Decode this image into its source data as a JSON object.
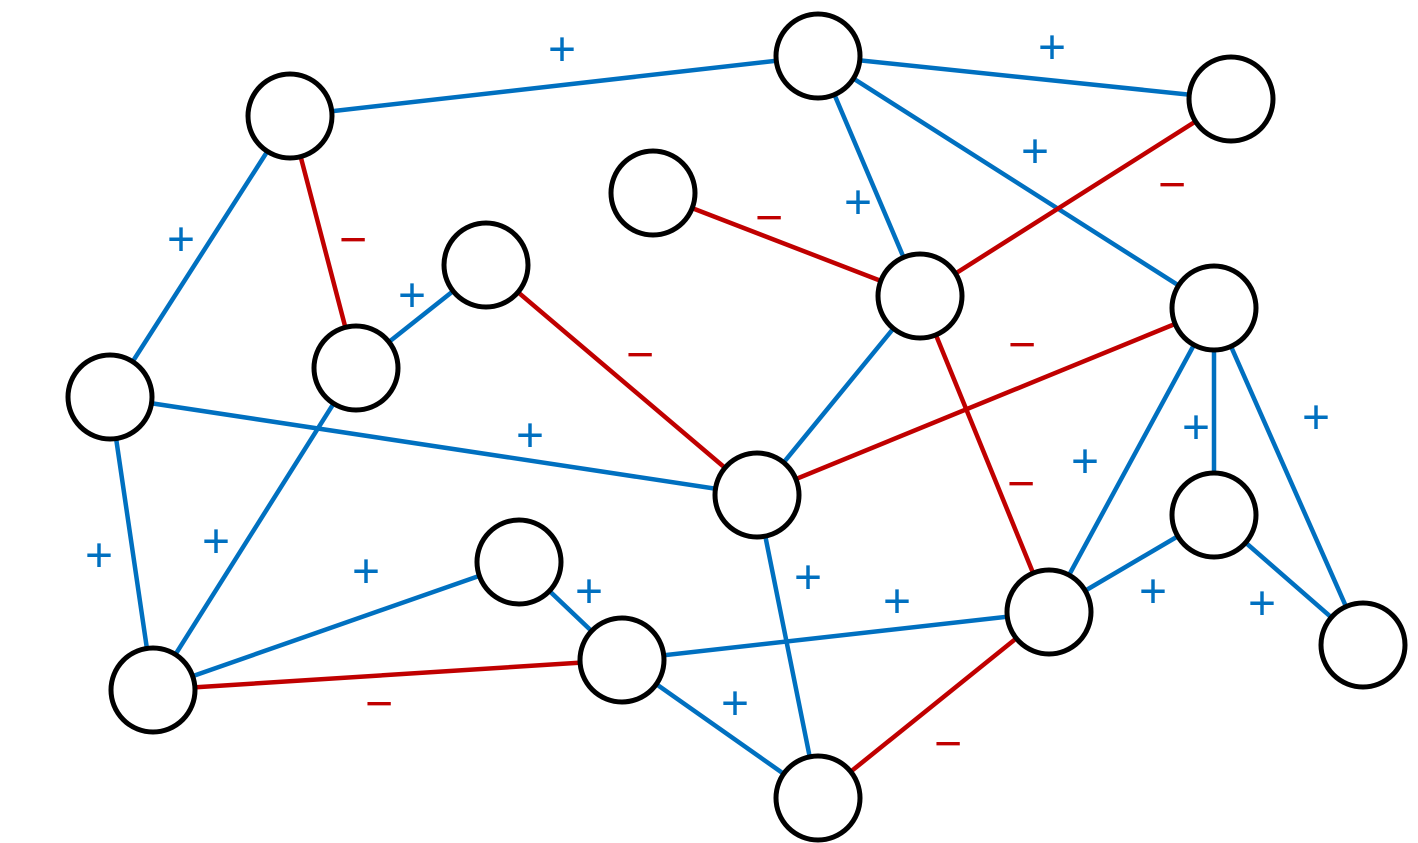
{
  "colors": {
    "positive": "#0070C0",
    "negative": "#C00000",
    "node_stroke": "#000000",
    "node_fill": "#FFFFFF"
  },
  "signs": {
    "positive": "+",
    "negative": "−"
  },
  "nodes": [
    {
      "id": "n1"
    },
    {
      "id": "n2"
    },
    {
      "id": "n3"
    },
    {
      "id": "n4"
    },
    {
      "id": "n5"
    },
    {
      "id": "n6"
    },
    {
      "id": "n7"
    },
    {
      "id": "n8"
    },
    {
      "id": "n9"
    },
    {
      "id": "n10"
    },
    {
      "id": "n11"
    },
    {
      "id": "n12"
    },
    {
      "id": "n13"
    },
    {
      "id": "n14"
    },
    {
      "id": "n15"
    },
    {
      "id": "n16"
    },
    {
      "id": "n17"
    },
    {
      "id": "n18"
    }
  ],
  "edges": [
    {
      "from": "n1",
      "to": "n2",
      "sign": "+"
    },
    {
      "from": "n2",
      "to": "n3",
      "sign": "+"
    },
    {
      "from": "n1",
      "to": "n7",
      "sign": "+"
    },
    {
      "from": "n1",
      "to": "n8",
      "sign": "−"
    },
    {
      "from": "n2",
      "to": "n5",
      "sign": "+"
    },
    {
      "from": "n2",
      "to": "n6",
      "sign": "+"
    },
    {
      "from": "n3",
      "to": "n5",
      "sign": "−"
    },
    {
      "from": "n4",
      "to": "n5",
      "sign": "−"
    },
    {
      "from": "n8",
      "to": "n9",
      "sign": "+"
    },
    {
      "from": "n9",
      "to": "n10",
      "sign": "−"
    },
    {
      "from": "n7",
      "to": "n10",
      "sign": "+"
    },
    {
      "from": "n7",
      "to": "n13",
      "sign": "+"
    },
    {
      "from": "n8",
      "to": "n13",
      "sign": "+"
    },
    {
      "from": "n10",
      "to": "n5",
      "sign": "+"
    },
    {
      "from": "n10",
      "to": "n6",
      "sign": "−"
    },
    {
      "from": "n5",
      "to": "n16",
      "sign": "−"
    },
    {
      "from": "n10",
      "to": "n18",
      "sign": "+"
    },
    {
      "from": "n6",
      "to": "n11",
      "sign": "+"
    },
    {
      "from": "n6",
      "to": "n16",
      "sign": "+"
    },
    {
      "from": "n6",
      "to": "n17",
      "sign": "+"
    },
    {
      "from": "n11",
      "to": "n17",
      "sign": "+"
    },
    {
      "from": "n13",
      "to": "n12",
      "sign": "+"
    },
    {
      "from": "n12",
      "to": "n14",
      "sign": "+"
    },
    {
      "from": "n13",
      "to": "n14",
      "sign": "−"
    },
    {
      "from": "n14",
      "to": "n16",
      "sign": "+"
    },
    {
      "from": "n14",
      "to": "n18",
      "sign": "+"
    },
    {
      "from": "n16",
      "to": "n18",
      "sign": "−"
    },
    {
      "from": "n16",
      "to": "n11",
      "sign": "+"
    }
  ]
}
